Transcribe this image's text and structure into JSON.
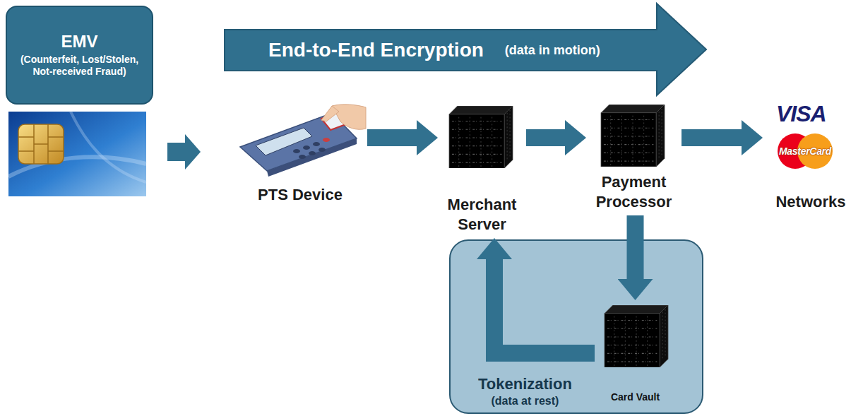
{
  "diagram": {
    "nodes": [
      {
        "text": [
          "EMV",
          "(Counterfeit, Lost/Stolen, Not-received Fraud)"
        ]
      },
      {
        "text": [
          "End-to-End Encryption",
          "(data in motion)"
        ]
      },
      {
        "text": [
          "PTS Device"
        ]
      },
      {
        "text": [
          "Merchant Server"
        ]
      },
      {
        "text": [
          "Payment Processor"
        ]
      },
      {
        "text": [
          "Networks"
        ]
      },
      {
        "text": [
          "Tokenization",
          "(data at rest)"
        ]
      },
      {
        "text": [
          "Card Vault"
        ],
        "in": 6
      }
    ],
    "edges": [
      {
        "from": 2,
        "to": 3,
        "arrow": "to"
      },
      {
        "from": 3,
        "to": 4,
        "arrow": "to"
      },
      {
        "from": 4,
        "to": 5,
        "arrow": "to"
      },
      {
        "from": 4,
        "to": 7,
        "arrow": "to"
      },
      {
        "from": 7,
        "to": 3,
        "arrow": "to"
      }
    ],
    "labels": [
      "VISA",
      "MasterCard"
    ]
  }
}
